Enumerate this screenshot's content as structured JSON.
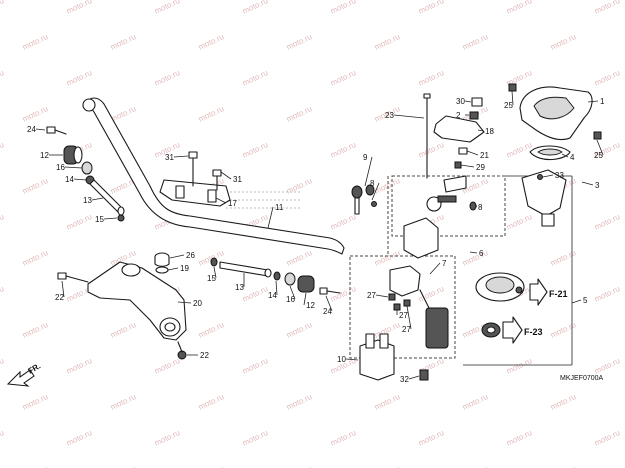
{
  "diagram": {
    "watermark": "moto.ru",
    "diagram_code": "MKJEF0700A",
    "direction_label": "FR.",
    "ref_f21": "F-21",
    "ref_f23": "F-23",
    "callouts": {
      "c1": "1",
      "c2": "2",
      "c3": "3",
      "c4": "4",
      "c5": "5",
      "c6": "6",
      "c7": "7",
      "c8a": "8",
      "c8b": "8",
      "c9": "9",
      "c10": "10",
      "c11": "11",
      "c12a": "12",
      "c12b": "12",
      "c13a": "13",
      "c13b": "13",
      "c14a": "14",
      "c14b": "14",
      "c15a": "15",
      "c15b": "15",
      "c16a": "16",
      "c16b": "16",
      "c17": "17",
      "c18": "18",
      "c19": "19",
      "c20": "20",
      "c21": "21",
      "c22a": "22",
      "c22b": "22",
      "c23": "23",
      "c24a": "24",
      "c24b": "24",
      "c25a": "25",
      "c25b": "25",
      "c26": "26",
      "c27a": "27",
      "c27b": "27",
      "c27c": "27",
      "c29": "29",
      "c30": "30",
      "c31a": "31",
      "c31b": "31",
      "c32": "32",
      "c33": "33"
    }
  }
}
